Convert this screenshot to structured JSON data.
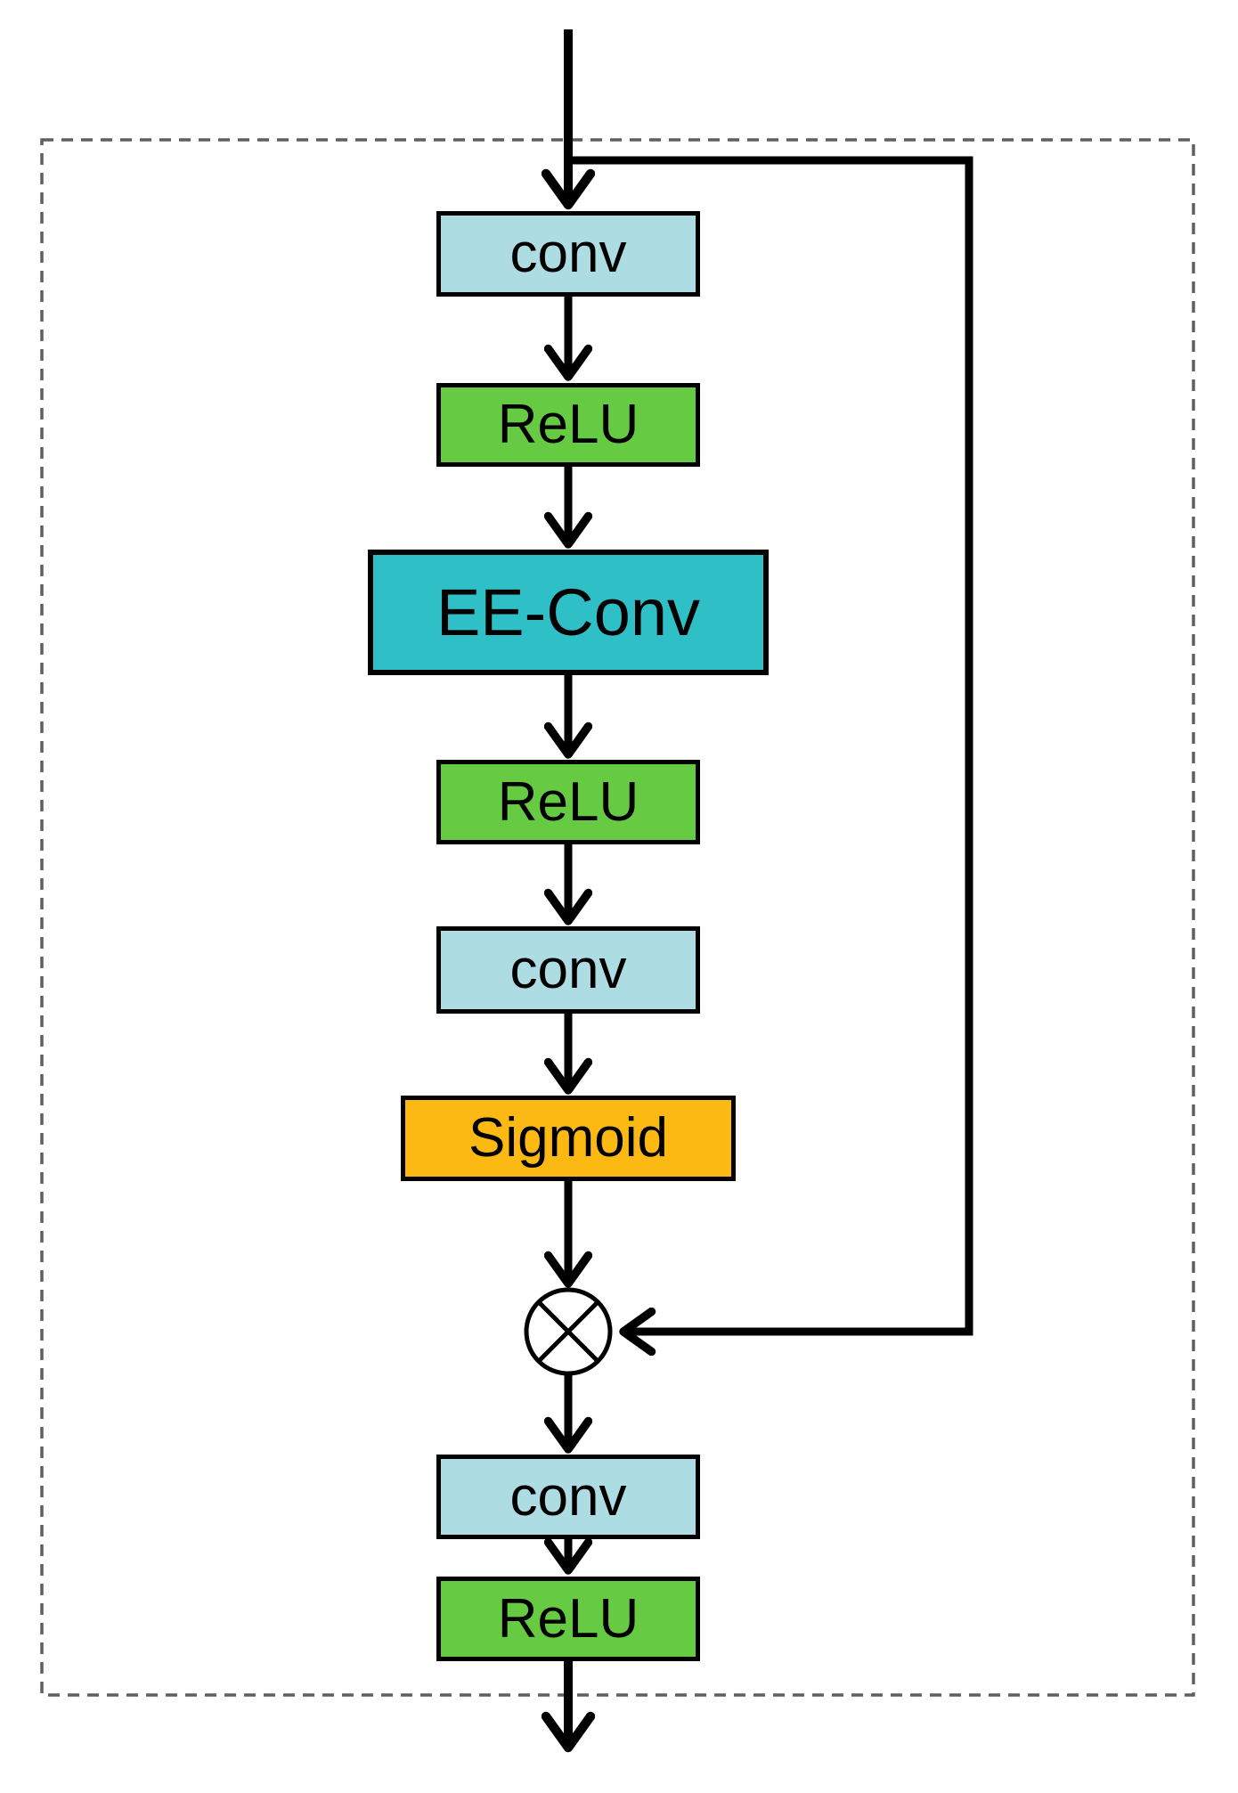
{
  "diagram": {
    "type": "flowchart",
    "nodes": {
      "conv1": {
        "label": "conv",
        "fill": "#AEDCE3"
      },
      "relu1": {
        "label": "ReLU",
        "fill": "#66CB43"
      },
      "eeconv": {
        "label": "EE-Conv",
        "fill": "#2EBFC7"
      },
      "relu2": {
        "label": "ReLU",
        "fill": "#66CB43"
      },
      "conv2": {
        "label": "conv",
        "fill": "#AEDCE3"
      },
      "sigmoid": {
        "label": "Sigmoid",
        "fill": "#FCB813"
      },
      "multiply": {
        "symbol": "⊗",
        "name": "element-wise multiply operator"
      },
      "conv3": {
        "label": "conv",
        "fill": "#AEDCE3"
      },
      "relu3": {
        "label": "ReLU",
        "fill": "#66CB43"
      }
    },
    "flow": [
      "input -> conv1",
      "conv1 -> relu1",
      "relu1 -> eeconv",
      "eeconv -> relu2",
      "relu2 -> conv2",
      "conv2 -> sigmoid",
      "sigmoid -> multiply",
      "input -> multiply (skip connection)",
      "multiply -> conv3",
      "conv3 -> relu3",
      "relu3 -> output"
    ],
    "colors": {
      "line": "#000000",
      "box_border": "#000000",
      "dashed_border": "#5f5f5f",
      "background": "#ffffff"
    }
  }
}
